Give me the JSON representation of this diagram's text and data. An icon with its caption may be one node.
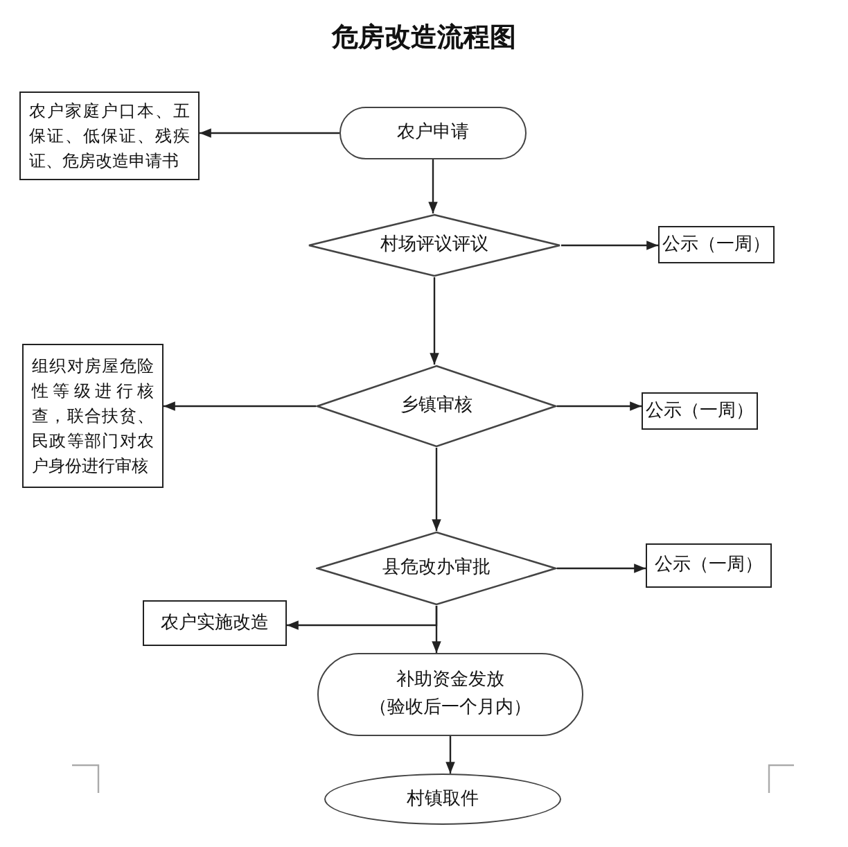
{
  "diagram": {
    "title": "危房改造流程图",
    "nodes": [
      {
        "text": [
          "农户申请"
        ]
      },
      {
        "text": [
          "农户家庭户口本、五保证、低保证、残疾证、危房改造申请书"
        ]
      },
      {
        "text": [
          "村场评议评议"
        ]
      },
      {
        "text": [
          "公示（一周）"
        ]
      },
      {
        "text": [
          "乡镇审核"
        ]
      },
      {
        "text": [
          "组织对房屋危险性等级进行核查，联合扶贫、民政等部门对农户身份进行审核"
        ]
      },
      {
        "text": [
          "公示（一周）"
        ]
      },
      {
        "text": [
          "县危改办审批"
        ]
      },
      {
        "text": [
          "公示（一周）"
        ]
      },
      {
        "text": [
          "农户实施改造"
        ]
      },
      {
        "text": [
          "补助资金发放",
          "（验收后一个月内）"
        ]
      },
      {
        "text": [
          "村镇取件"
        ]
      }
    ],
    "edges": [
      {
        "from": 0,
        "to": 1,
        "arrow": "to"
      },
      {
        "from": 0,
        "to": 2,
        "arrow": "to"
      },
      {
        "from": 2,
        "to": 3,
        "arrow": "to"
      },
      {
        "from": 2,
        "to": 4,
        "arrow": "to"
      },
      {
        "from": 4,
        "to": 5,
        "arrow": "to"
      },
      {
        "from": 4,
        "to": 6,
        "arrow": "to"
      },
      {
        "from": 4,
        "to": 7,
        "arrow": "to"
      },
      {
        "from": 7,
        "to": 8,
        "arrow": "to"
      },
      {
        "from": 7,
        "to": 9,
        "arrow": "to"
      },
      {
        "from": 7,
        "to": 10,
        "arrow": "to"
      },
      {
        "from": 10,
        "to": 11,
        "arrow": "to"
      }
    ]
  }
}
